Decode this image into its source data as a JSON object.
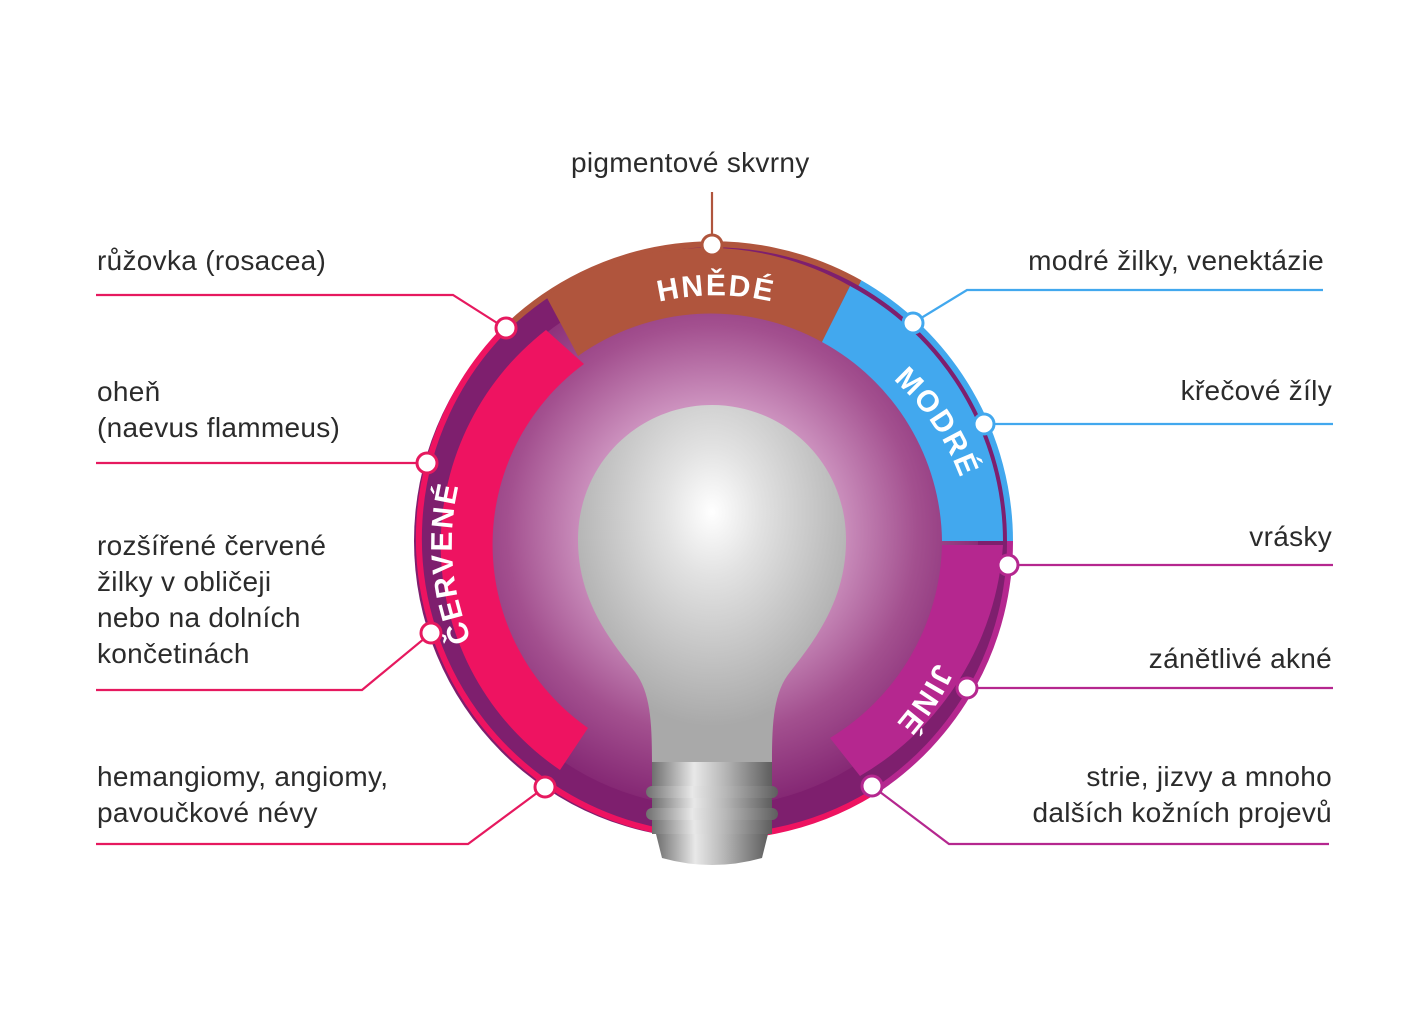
{
  "categories": {
    "hnede": "HNĚDÉ",
    "modre": "MODRÉ",
    "cervene": "ČERVENÉ",
    "jine": "JINÉ"
  },
  "labels": {
    "pigment": "pigmentové skvrny",
    "ruzovka": "růžovka (rosacea)",
    "ohen_1": "oheň",
    "ohen_2": "(naevus flammeus)",
    "rozsirene_1": "rozšířené červené",
    "rozsirene_2": "žilky v obličeji",
    "rozsirene_3": "nebo na dolních",
    "rozsirene_4": "končetinách",
    "hemangiomy_1": "hemangiomy, angiomy,",
    "hemangiomy_2": "pavoučkové névy",
    "modre_zilky": "modré žilky, venektázie",
    "krecove": "křečové žíly",
    "vrasky": "vrásky",
    "akne": "zánětlivé akné",
    "strie_1": "strie, jizvy a mnoho",
    "strie_2": "dalších kožních projevů"
  },
  "colors": {
    "brown": "#b0553d",
    "blue": "#42a8ee",
    "red": "#ee1361",
    "purple": "#b5278f",
    "ring": "#7e1f6e"
  }
}
